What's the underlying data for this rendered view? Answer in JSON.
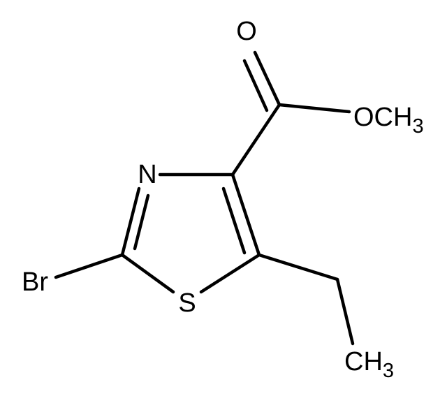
{
  "molecule": {
    "atoms": {
      "carbonyl_oxygen": "O",
      "ester_group": "OCH",
      "ester_group_subscript": "3",
      "ring_nitrogen": "N",
      "ring_sulfur": "S",
      "bromine": "Br",
      "ethyl_methyl": "CH",
      "ethyl_methyl_subscript": "3"
    }
  }
}
